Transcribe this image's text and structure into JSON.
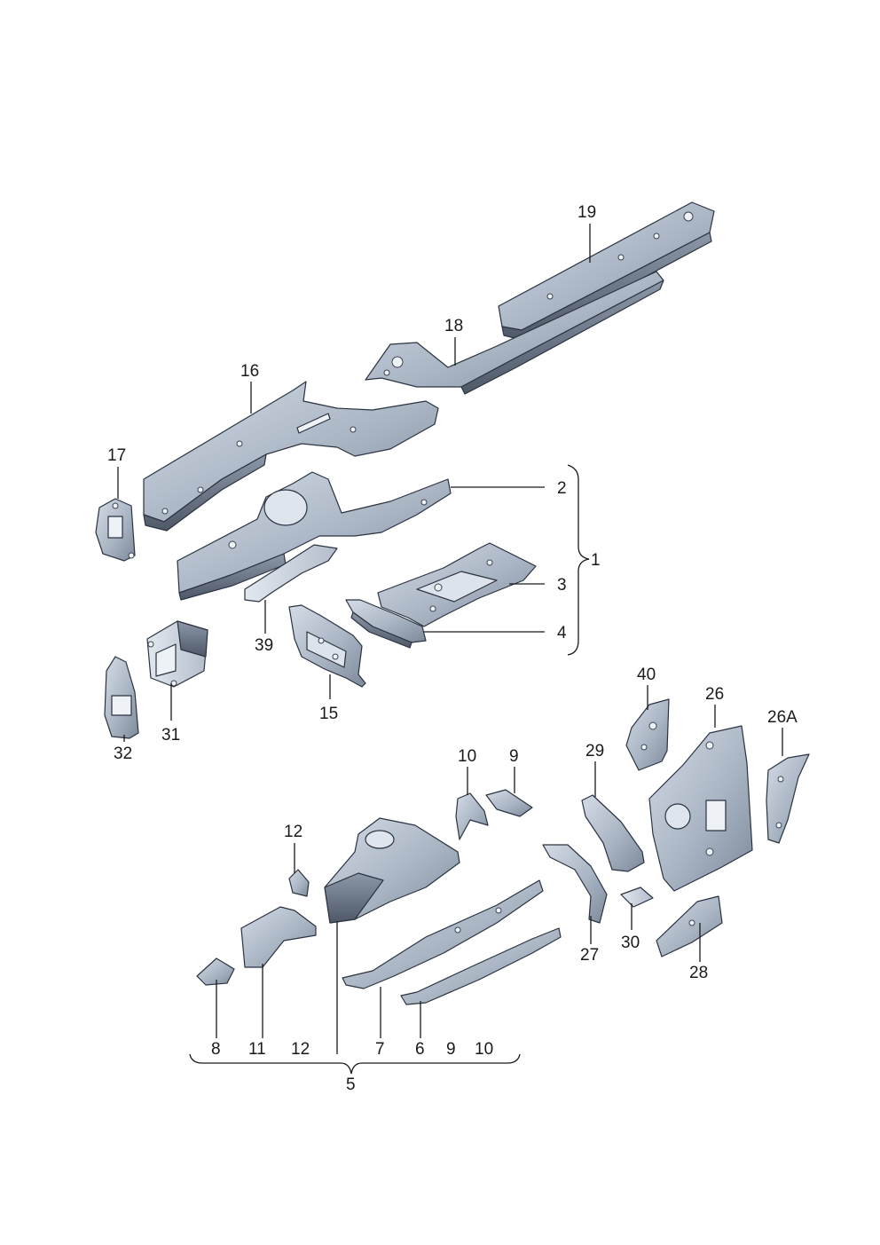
{
  "colors": {
    "part_light": "#c5ceda",
    "part_mid": "#9aa6b7",
    "part_dark": "#55606f",
    "outline": "#2b3340",
    "label": "#1a1a1a",
    "background": "#ffffff"
  },
  "callouts": {
    "c1": "1",
    "c2": "2",
    "c3": "3",
    "c4": "4",
    "c5": "5",
    "c6": "6",
    "c7": "7",
    "c8": "8",
    "c9a": "9",
    "c9b": "9",
    "c10a": "10",
    "c10b": "10",
    "c11": "11",
    "c12a": "12",
    "c12b": "12",
    "c15": "15",
    "c16": "16",
    "c17": "17",
    "c18": "18",
    "c19": "19",
    "c26": "26",
    "c26a": "26A",
    "c27": "27",
    "c28": "28",
    "c29": "29",
    "c30": "30",
    "c31": "31",
    "c32": "32",
    "c39": "39",
    "c40": "40"
  }
}
